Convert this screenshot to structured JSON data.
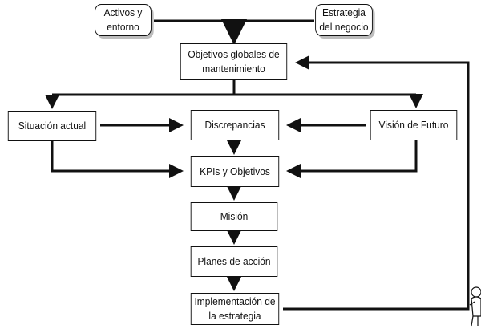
{
  "diagram": {
    "nodes": {
      "activos": "Activos y\nentorno",
      "estrategia": "Estrategia\ndel negocio",
      "objetivos": "Objetivos globales de\nmantenimiento",
      "situacion": "Situación actual",
      "discrepancias": "Discrepancias",
      "vision": "Visión de Futuro",
      "kpis": "KPIs y Objetivos",
      "mision": "Misión",
      "planes": "Planes de acción",
      "implementacion": "Implementación de\nla estrategia"
    },
    "colors": {
      "line": "#111111",
      "box_border": "#111111",
      "shadow": "#bdbdbd"
    }
  }
}
